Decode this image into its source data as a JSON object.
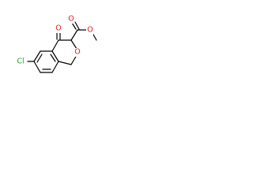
{
  "structure": {
    "atoms": {
      "chlorine": "Cl",
      "ketone_oxygen": "O",
      "ring_oxygen": "O",
      "ester_carbonyl_oxygen": "O",
      "ester_oxygen": "O"
    },
    "colors": {
      "bond": "#000000",
      "chlorine": "#33a02c",
      "oxygen": "#e31a1c"
    }
  }
}
